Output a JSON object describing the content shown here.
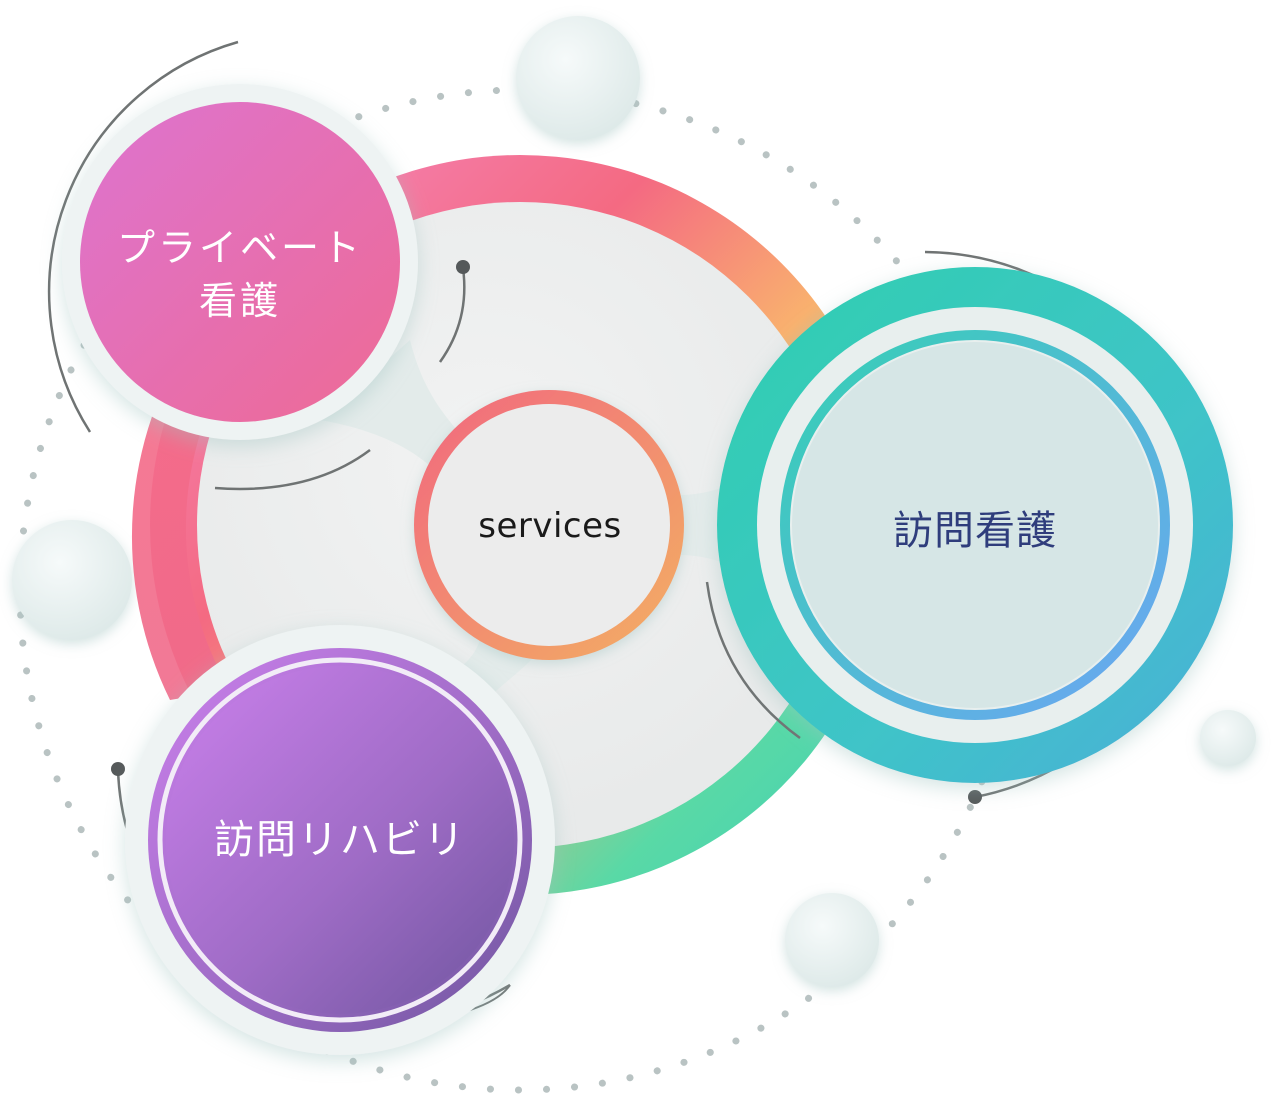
{
  "diagram": {
    "center": {
      "label": "services"
    },
    "nodes": [
      {
        "id": "private-nursing",
        "lines": [
          "プライベート",
          "看護"
        ]
      },
      {
        "id": "visiting-nursing",
        "lines": [
          "訪問看護"
        ]
      },
      {
        "id": "visiting-rehab",
        "lines": [
          "訪問リハビリ"
        ]
      }
    ]
  },
  "colors": {
    "private_nursing": [
      "#d96ec9",
      "#ec6a9b"
    ],
    "visiting_nursing_ring": [
      "#2ecfb2",
      "#5aa5ea"
    ],
    "visiting_rehab": [
      "#c77ee6",
      "#7a5aa8"
    ],
    "center_ring": [
      "#f06b86",
      "#f2ab67"
    ],
    "main_ring": [
      "#f57fb8",
      "#f26c86",
      "#f7a66c",
      "#4cd3ab"
    ]
  }
}
